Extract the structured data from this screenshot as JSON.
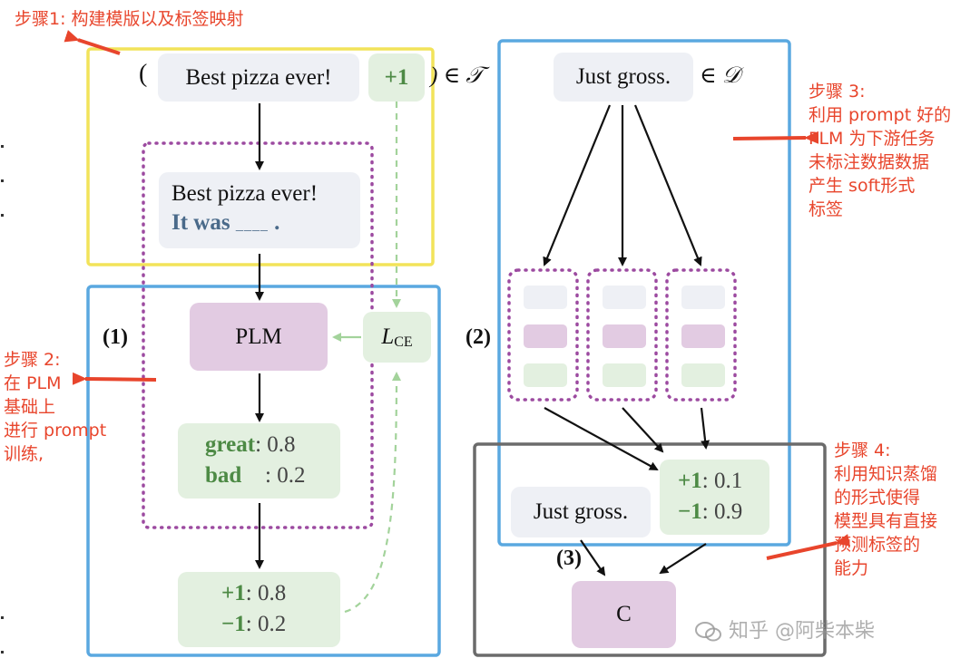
{
  "annotations": {
    "step1": "步骤1: 构建模版以及标签映射",
    "step2": "步骤 2:\n在 PLM\n基础上\n进行 prompt\n训练,",
    "step3": "步骤 3:\n利用 prompt 好的\nPLM 为下游任务\n未标注数据数据\n产生 soft形式\n标签",
    "step4": "步骤 4:\n利用知识蒸馏\n的形式使得\n模型具有直接\n预测标签的\n能力"
  },
  "part1": {
    "open_paren": "(",
    "input_text": "Best pizza ever!",
    "label": "+1",
    "set_suffix": ") ∈ 𝒯",
    "template_line1": "Best pizza ever!",
    "template_line2": "It was",
    "template_blank": "____",
    "template_period": ".",
    "section_label": "(1)",
    "plm": "PLM",
    "loss_main": "L",
    "loss_sub": "CE",
    "verbalizer": [
      {
        "word": "great",
        "score": ": 0.8"
      },
      {
        "word": "bad",
        "score": ": 0.2"
      }
    ],
    "output": [
      {
        "label": "+1",
        "score": ": 0.8"
      },
      {
        "label": "−1",
        "score": ": 0.2"
      }
    ]
  },
  "part2": {
    "input_text": "Just gross.",
    "set_suffix": "∈ 𝒟",
    "section_label": "(2)"
  },
  "part3": {
    "input_text": "Just gross.",
    "soft_labels": [
      {
        "label": "+1",
        "score": ": 0.1"
      },
      {
        "label": "−1",
        "score": ": 0.9"
      }
    ],
    "section_label": "(3)",
    "classifier": "C"
  },
  "watermark": "知乎 @阿柴本柴",
  "colors": {
    "yellow_frame": "#f2e35a",
    "blue_frame": "#5aa8e0",
    "gray_frame": "#6b6b6b",
    "purple_dotted": "#9c4aa0",
    "green_dashed": "#a3d39b",
    "annotation_red": "#e8452c",
    "green_text": "#4d8a45"
  }
}
